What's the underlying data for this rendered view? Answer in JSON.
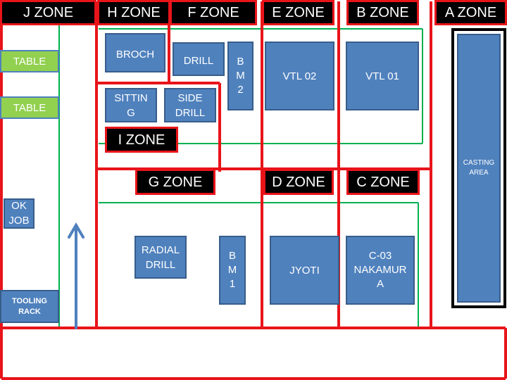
{
  "zones": {
    "j": "J ZONE",
    "h": "H ZONE",
    "f": "F ZONE",
    "e": "E ZONE",
    "b": "B ZONE",
    "a": "A ZONE",
    "i": "I ZONE",
    "g": "G ZONE",
    "d": "D ZONE",
    "c": "C ZONE"
  },
  "tables": [
    "TABLE",
    "TABLE"
  ],
  "machines": {
    "broch": "BROCH",
    "drill": "DRILL",
    "bm2": "B\nM\n2",
    "vtl02": "VTL 02",
    "vtl01": "VTL 01",
    "sitting": "SITTIN\nG",
    "side_drill": "SIDE\nDRILL",
    "ok_job": "OK\nJOB",
    "radial_drill": "RADIAL\nDRILL",
    "bm1": "B\nM\n1",
    "jyoti": "JYOTI",
    "nakamura": "C-03\nNAKAMUR\nA",
    "tooling_rack": "TOOLING\nRACK",
    "casting_area": "CASTING\nAREA"
  },
  "colors": {
    "zone_border": "#e8141a",
    "aisle_line": "#00b050",
    "machine_fill": "#4f81bd",
    "table_fill": "#92d050",
    "arrow": "#4f81bd"
  },
  "icons": {
    "flow_arrow": "arrow-up-icon"
  }
}
